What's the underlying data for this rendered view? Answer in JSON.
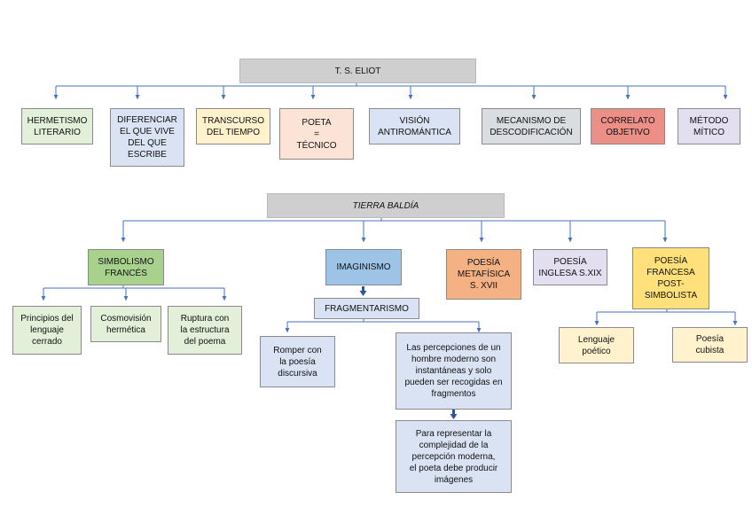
{
  "colors": {
    "connector": "#4472c4"
  },
  "eliot": {
    "title": "T. S. ELIOT",
    "items": [
      "HERMETISMO\nLITERARIO",
      "DIFERENCIAR\nEL QUE VIVE\nDEL QUE\nESCRIBE",
      "TRANSCURSO\nDEL TIEMPO",
      "POETA\n=\nTÉCNICO",
      "VISIÓN\nANTIROMÁNTICA",
      "MECANISMO DE\nDESCODIFICACIÓN",
      "CORRELATO\nOBJETIVO",
      "MÉTODO\nMÍTICO"
    ]
  },
  "tierra": {
    "title": "TIERRA BALDÍA",
    "simbolismo": {
      "label": "SIMBOLISMO\nFRANCÉS",
      "children": [
        "Principios del\nlenguaje\ncerrado",
        "Cosmovisión\nhermética",
        "Ruptura con\nla estructura\ndel poema"
      ]
    },
    "imaginismo": {
      "label": "IMAGINISMO",
      "fragmentarismo": "FRAGMENTARISMO",
      "romper": "Romper con\nla poesía\ndiscursiva",
      "percepciones": "Las percepciones de un\nhombre moderno son\ninstantáneas y solo\npueden ser recogidas en\nfragmentos",
      "representar": "Para representar la\ncomplejidad de la\npercepción moderna,\nel poeta debe producir\nimágenes"
    },
    "metafisica": "POESÍA\nMETAFÍSICA\nS. XVII",
    "inglesa": "POESÍA\nINGLESA S.XIX",
    "francesa": {
      "label": "POESÍA\nFRANCESA\nPOST-\nSIMBOLISTA",
      "children": [
        "Lenguaje\npoético",
        "Poesía\ncubista"
      ]
    }
  }
}
